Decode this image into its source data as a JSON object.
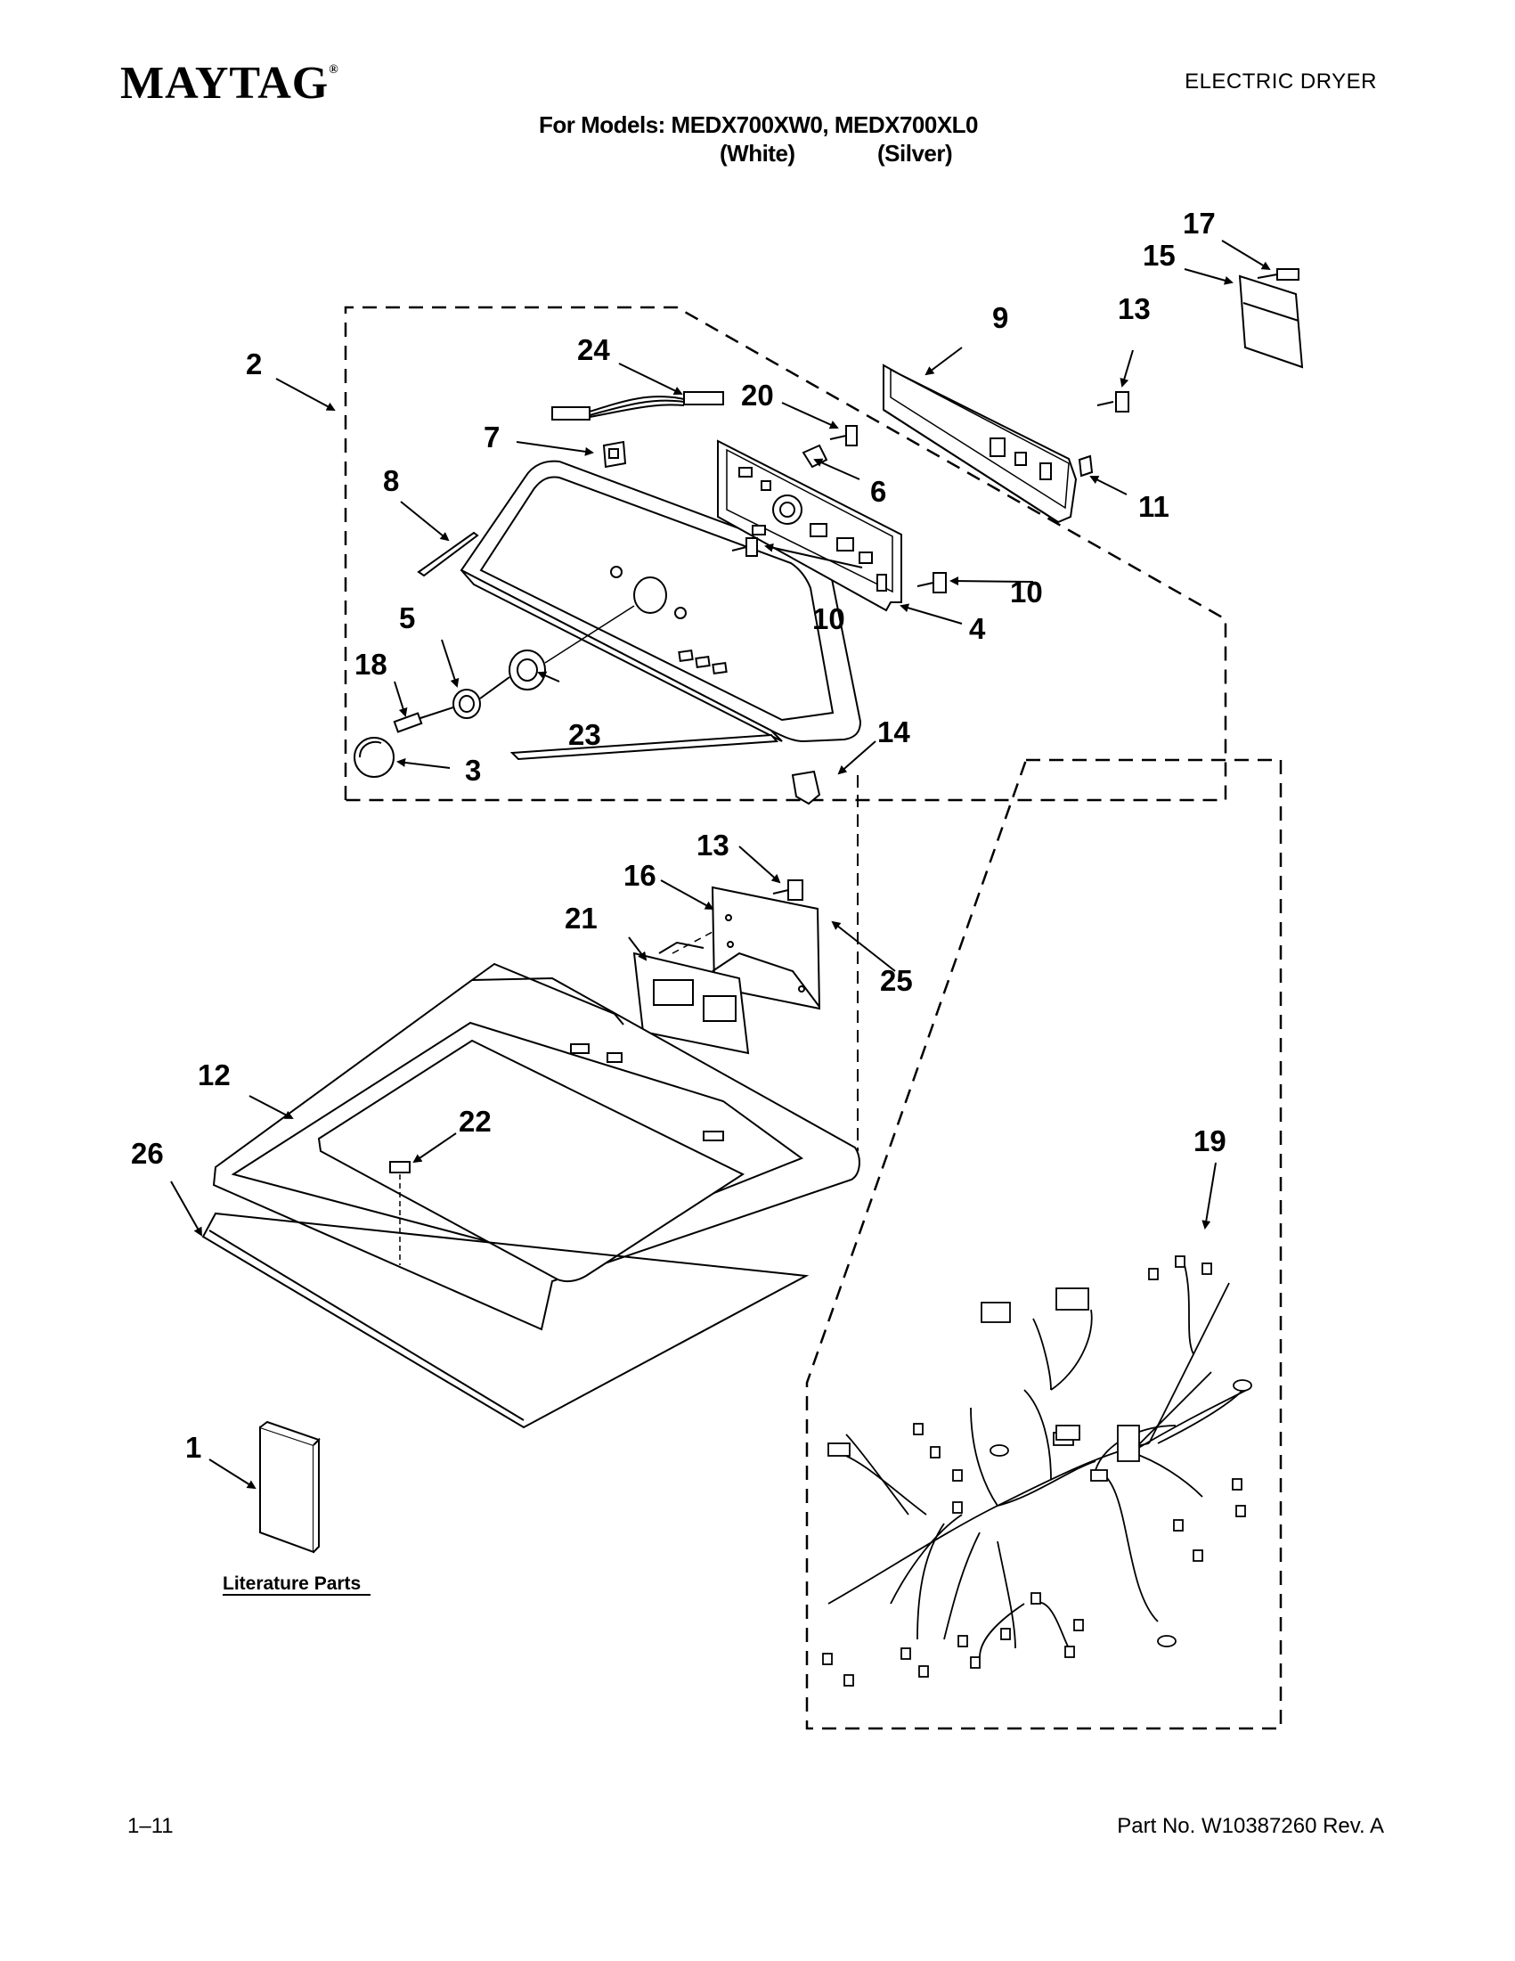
{
  "header": {
    "brand": "MAYTAG",
    "brand_mark": "®",
    "document_type": "ELECTRIC DRYER",
    "models_line": "For Models: MEDX700XW0, MEDX700XL0",
    "variants": [
      "(White)",
      "(Silver)"
    ]
  },
  "diagram": {
    "callouts": [
      "1",
      "2",
      "3",
      "4",
      "5",
      "6",
      "7",
      "8",
      "9",
      "10",
      "10",
      "11",
      "12",
      "13",
      "13",
      "14",
      "15",
      "16",
      "17",
      "18",
      "19",
      "20",
      "21",
      "22",
      "23",
      "24",
      "25",
      "26"
    ],
    "literature_label": "Literature Parts"
  },
  "footer": {
    "page": "1–11",
    "part_number": "Part No. W10387260 Rev. A"
  }
}
